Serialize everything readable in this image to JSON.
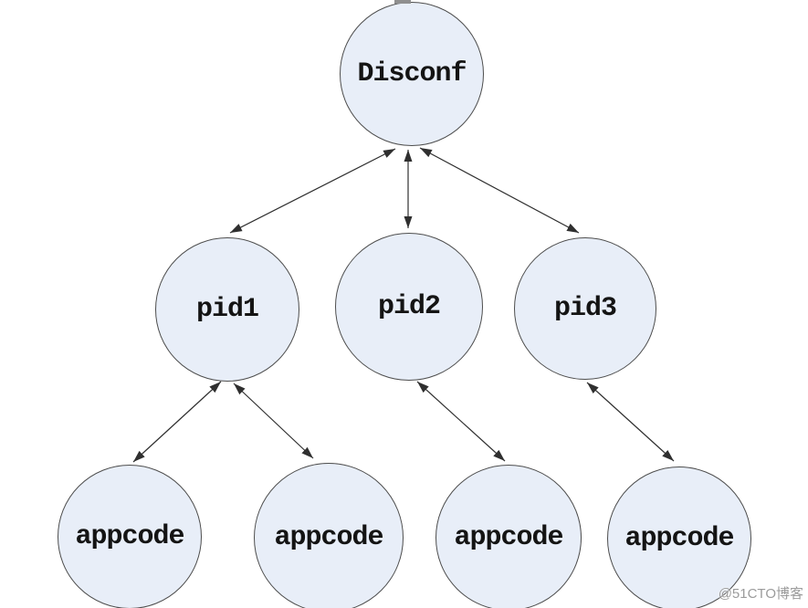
{
  "diagram": {
    "type": "tree",
    "nodes": {
      "disconf": {
        "label": "Disconf"
      },
      "pid1": {
        "label": "pid1"
      },
      "pid2": {
        "label": "pid2"
      },
      "pid3": {
        "label": "pid3"
      },
      "appcode1": {
        "label": "appcode"
      },
      "appcode2": {
        "label": "appcode"
      },
      "appcode3": {
        "label": "appcode"
      },
      "appcode4": {
        "label": "appcode"
      }
    },
    "edges": [
      {
        "from": "Disconf",
        "to": "pid1",
        "direction": "bidirectional"
      },
      {
        "from": "Disconf",
        "to": "pid2",
        "direction": "bidirectional"
      },
      {
        "from": "Disconf",
        "to": "pid3",
        "direction": "bidirectional"
      },
      {
        "from": "pid1",
        "to": "appcode",
        "direction": "bidirectional"
      },
      {
        "from": "pid1",
        "to": "appcode",
        "direction": "bidirectional"
      },
      {
        "from": "pid2",
        "to": "appcode",
        "direction": "bidirectional"
      },
      {
        "from": "pid3",
        "to": "appcode",
        "direction": "bidirectional"
      }
    ],
    "colors": {
      "node_fill": "#e8eef8",
      "node_border": "#4d4d4d",
      "arrow": "#2f2f2f",
      "text": "#141414",
      "background": "#ffffff"
    }
  },
  "watermark": {
    "text": "@51CTO博客",
    "color": "#9b9b9b"
  }
}
